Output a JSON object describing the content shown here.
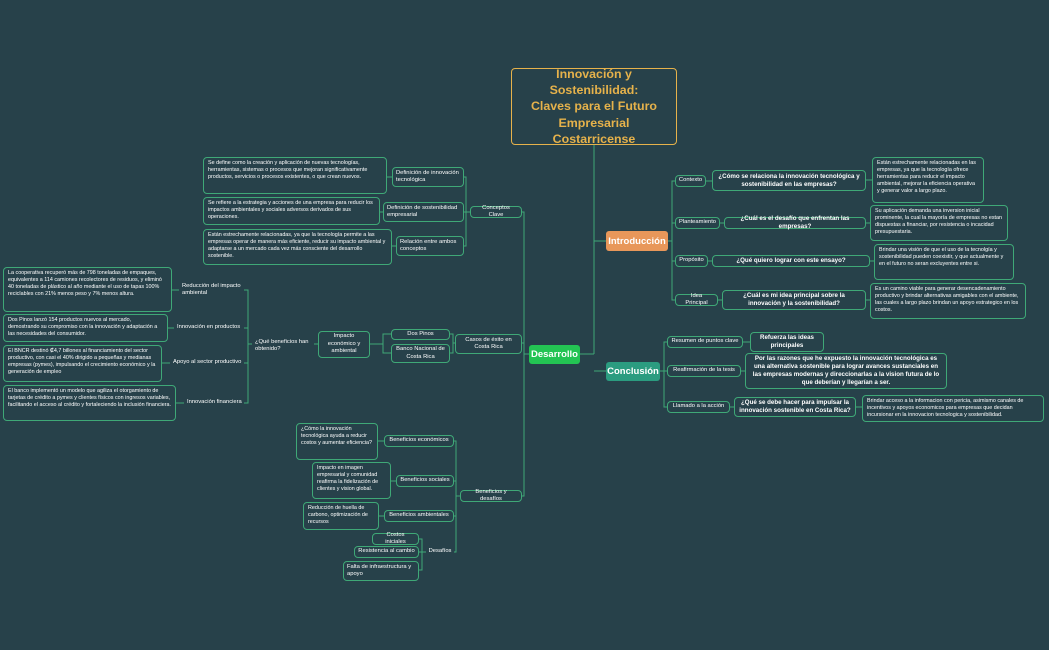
{
  "root": {
    "title": "Innovación y\nSostenibilidad:\nClaves para el Futuro\nEmpresarial Costarricense"
  },
  "colors": {
    "background": "#27414a",
    "root": "#e6b24b",
    "introduccion": "#e8975a",
    "conclusion": "#2b9c80",
    "desarrollo": "#23c453",
    "line": "#3fa877"
  },
  "introduccion": {
    "label": "Introducción",
    "items": [
      {
        "label": "Contexto",
        "question": "¿Cómo se relaciona la innovación tecnológica y sostenibilidad en las empresas?",
        "answer": "Están estrechamente relacionadas en las empresas, ya que la tecnología ofrece herramientas para reducir el impacto ambiental, mejorar la eficiencia operativa y generar valor a largo plazo."
      },
      {
        "label": "Planteamiento",
        "question": "¿Cuál es el desafío que enfrentan las empresas?",
        "answer": "Su aplicación demanda una inversion inicial prominente, la cual la mayoría de empresas no estan dispuestas a financiar, por resistencia o incacidad presupuestaria."
      },
      {
        "label": "Propósito",
        "question": "¿Qué quiero lograr con este ensayo?",
        "answer": "Brindar una visión de que el uso de la tecnolgía y sostenibilidad pueden coexistir, y que actualmente y en el futuro no seran excluyentes entre si."
      },
      {
        "label": "Idea Principal",
        "question": "¿Cuál es mi idea principal sobre la innovación y la sostenibilidad?",
        "answer": "Es un camino viable para generar desencadenamiento productivo y brindar alternativas amigables con el ambiente, las cuales a largo plazo brindan un apoyo estrategico en los costos."
      }
    ]
  },
  "conclusion": {
    "label": "Conclusión",
    "items": [
      {
        "label": "Resumen de puntos clave",
        "text": "Refuerza las ideas principales"
      },
      {
        "label": "Reafirmación de la tesis",
        "text": "Por las razones que he expuesto la innovación tecnológica es una alternativa sostenible para lograr avances sustanciales en las empresas modernas y direccionarlas a la vision futura de lo que deberían y llegarían a ser."
      },
      {
        "label": "Llamado a la acción",
        "text": "¿Qué se debe hacer para impulsar la innovación sostenible en Costa Rica?",
        "answer": "Brindar acceso a la informacion con pericia, asimismo canales de incentivos y apoyos economicos para empresas que decidan incursionar en la innovacion tecnologica y sostenibilidad."
      }
    ]
  },
  "desarrollo": {
    "label": "Desarrollo",
    "conceptos": {
      "label": "Conceptos Clave",
      "items": [
        {
          "label": "Definición de innovación tecnológica",
          "text": "Se define como la creación y aplicación de nuevas tecnologías, herramientas, sistemas o procesos que mejoran significativamente productos, servicios o procesos existentes, o que crean nuevos."
        },
        {
          "label": "Definición de sostenibilidad empresarial",
          "text": "Se refiere a la estrategia y acciones de una empresa para reducir los impactos ambientales y sociales adversos derivados de sus operaciones."
        },
        {
          "label": "Relación entre ambos conceptos",
          "text": "Están estrechamente relacionadas, ya que la tecnología permite a las empresas operar de manera más eficiente, reducir su impacto ambiental y adaptarse a un mercado cada vez más consciente del desarrollo sostenible."
        }
      ]
    },
    "casos": {
      "label": "Casos de éxito en Costa Rica",
      "companies": [
        "Dos Pinos",
        "Banco Nacional de Costa Rica"
      ],
      "impacto": "Impacto económico y ambiental",
      "question": "¿Qué beneficios han obtenido?",
      "items": [
        {
          "label": "Reducción del impacto ambiental",
          "text": "La cooperativa recuperó más de 798 toneladas de empaques, equivalentes a 114 camiones recolectores de residuos, y eliminó 40 toneladas de plástico al año mediante el uso de tapas 100% reciclables con 21% menos peso y 7% menos altura."
        },
        {
          "label": "Innovación en productos",
          "text": "Dos Pinos lanzó 154 productos nuevos al mercado, demostrando su compromiso con la innovación y adaptación a las necesidades del consumidor."
        },
        {
          "label": "Apoyo al sector productivo",
          "text": "El BNCR destinó ₡4,7 billones al financiamiento del sector productivo, con casi el 40% dirigido a pequeñas y medianas empresas (pymes), impulsando el crecimiento económico y la generación de empleo"
        },
        {
          "label": "Innovación financiera",
          "text": "El banco implementó un modelo que agiliza el otorgamiento de tarjetas de crédito a pymes y clientes físicos con ingresos variables, facilitando el acceso al crédito y fortaleciendo la inclusión financiera."
        }
      ]
    },
    "beneficios": {
      "label": "Beneficios y desafíos",
      "items": [
        {
          "label": "Beneficios económicos",
          "text": "¿Cómo la innovación tecnológica ayuda a reducir costos y aumentar eficiencia?"
        },
        {
          "label": "Beneficios sociales",
          "text": "Impacto en imagen empresarial y comunidad reafirma la fidelización de clientes y vision global."
        },
        {
          "label": "Beneficios ambientales",
          "text": "Reducción de huella de carbono, optimización de recursos"
        }
      ],
      "desafios": {
        "label": "Desafíos",
        "items": [
          "Costos iniciales",
          "Resistencia al cambio",
          "Falta de infraestructura y apoyo"
        ]
      }
    }
  }
}
